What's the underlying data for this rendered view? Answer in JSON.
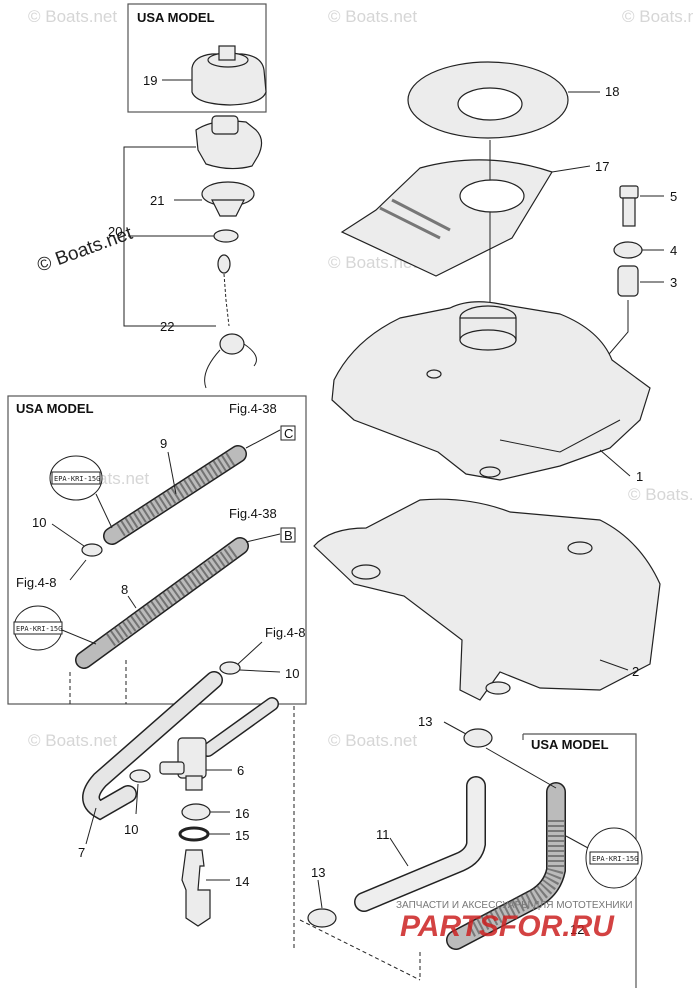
{
  "diagram": {
    "group_titles": {
      "top": "USA MODEL",
      "left": "USA MODEL",
      "right": "USA MODEL"
    },
    "callouts": {
      "c1": "1",
      "c2": "2",
      "c3": "3",
      "c4": "4",
      "c5": "5",
      "c6": "6",
      "c7": "7",
      "c8": "8",
      "c9": "9",
      "c10a": "10",
      "c10b": "10",
      "c10c": "10",
      "c11": "11",
      "c12": "12",
      "c13a": "13",
      "c13b": "13",
      "c14": "14",
      "c15": "15",
      "c16": "16",
      "c17": "17",
      "c18": "18",
      "c19": "19",
      "c20": "20",
      "c21": "21",
      "c22": "22"
    },
    "references": {
      "fig438_c": "Fig.4-38",
      "fig438_b": "Fig.4-38",
      "fig48_left": "Fig.4-8",
      "fig48_mid": "Fig.4-8",
      "ref_c": "C",
      "ref_b": "B"
    },
    "stamps": {
      "s1": "EPA-KRI-15G",
      "s2": "EPA-KRI-15G",
      "s3": "EPA-KRI-15G"
    },
    "watermarks": {
      "w1": "© Boats.net",
      "w2": "© Boats.net",
      "w3": "© Boats.net",
      "w4": "© Boats.net",
      "w5": "© Boats.net",
      "w6": "© Boats.net",
      "w7": "© Boats.net",
      "w8": "© Boats.net",
      "w_main": "© Boats.net",
      "shop_line": "ЗАПЧАСТИ И АКСЕССУАРЫ ДЛЯ МОТОТЕХНИКИ",
      "shop_logo": "PARTSFOR.RU"
    }
  }
}
